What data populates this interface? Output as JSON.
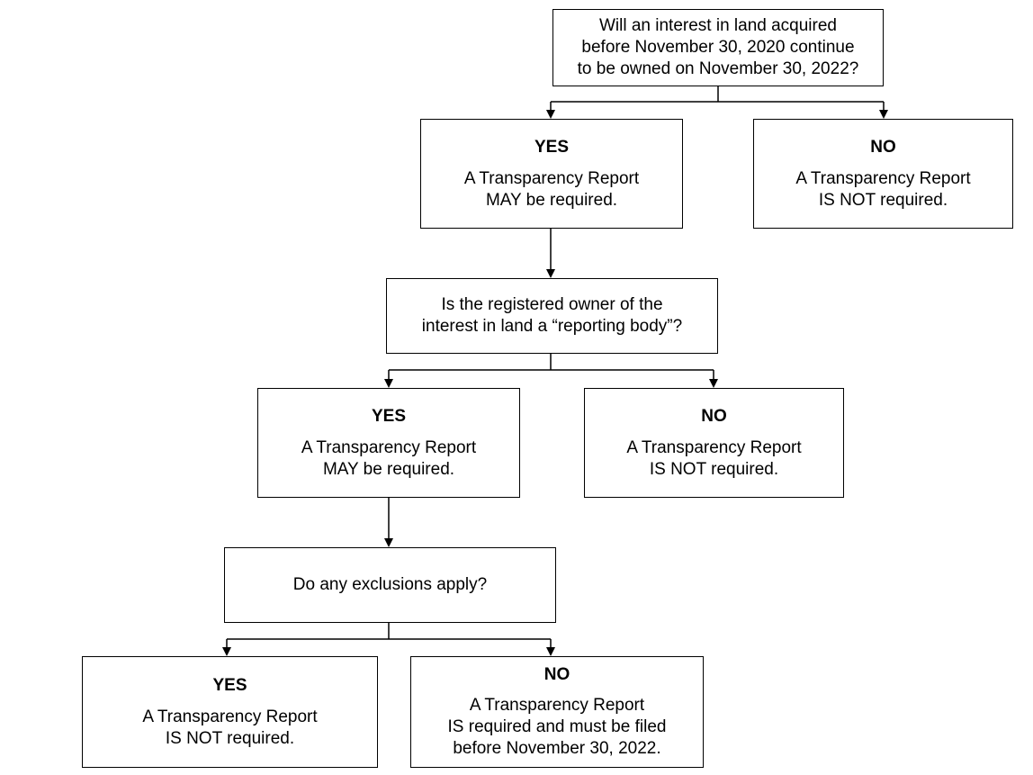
{
  "nodes": {
    "q1": {
      "text": "Will an interest in land acquired\nbefore November 30, 2020 continue\nto be owned on November 30, 2022?"
    },
    "a1_yes": {
      "head": "YES",
      "text": "A Transparency Report\nMAY be required."
    },
    "a1_no": {
      "head": "NO",
      "text": "A Transparency Report\nIS NOT required."
    },
    "q2": {
      "text": "Is the registered owner of the\ninterest in land a “reporting body”?"
    },
    "a2_yes": {
      "head": "YES",
      "text": "A Transparency Report\nMAY be required."
    },
    "a2_no": {
      "head": "NO",
      "text": "A Transparency Report\nIS NOT required."
    },
    "q3": {
      "text": "Do any exclusions apply?"
    },
    "a3_yes": {
      "head": "YES",
      "text": "A Transparency Report\nIS NOT required."
    },
    "a3_no": {
      "head": "NO",
      "text": "A Transparency Report\nIS required and must be filed\nbefore November 30, 2022."
    }
  }
}
